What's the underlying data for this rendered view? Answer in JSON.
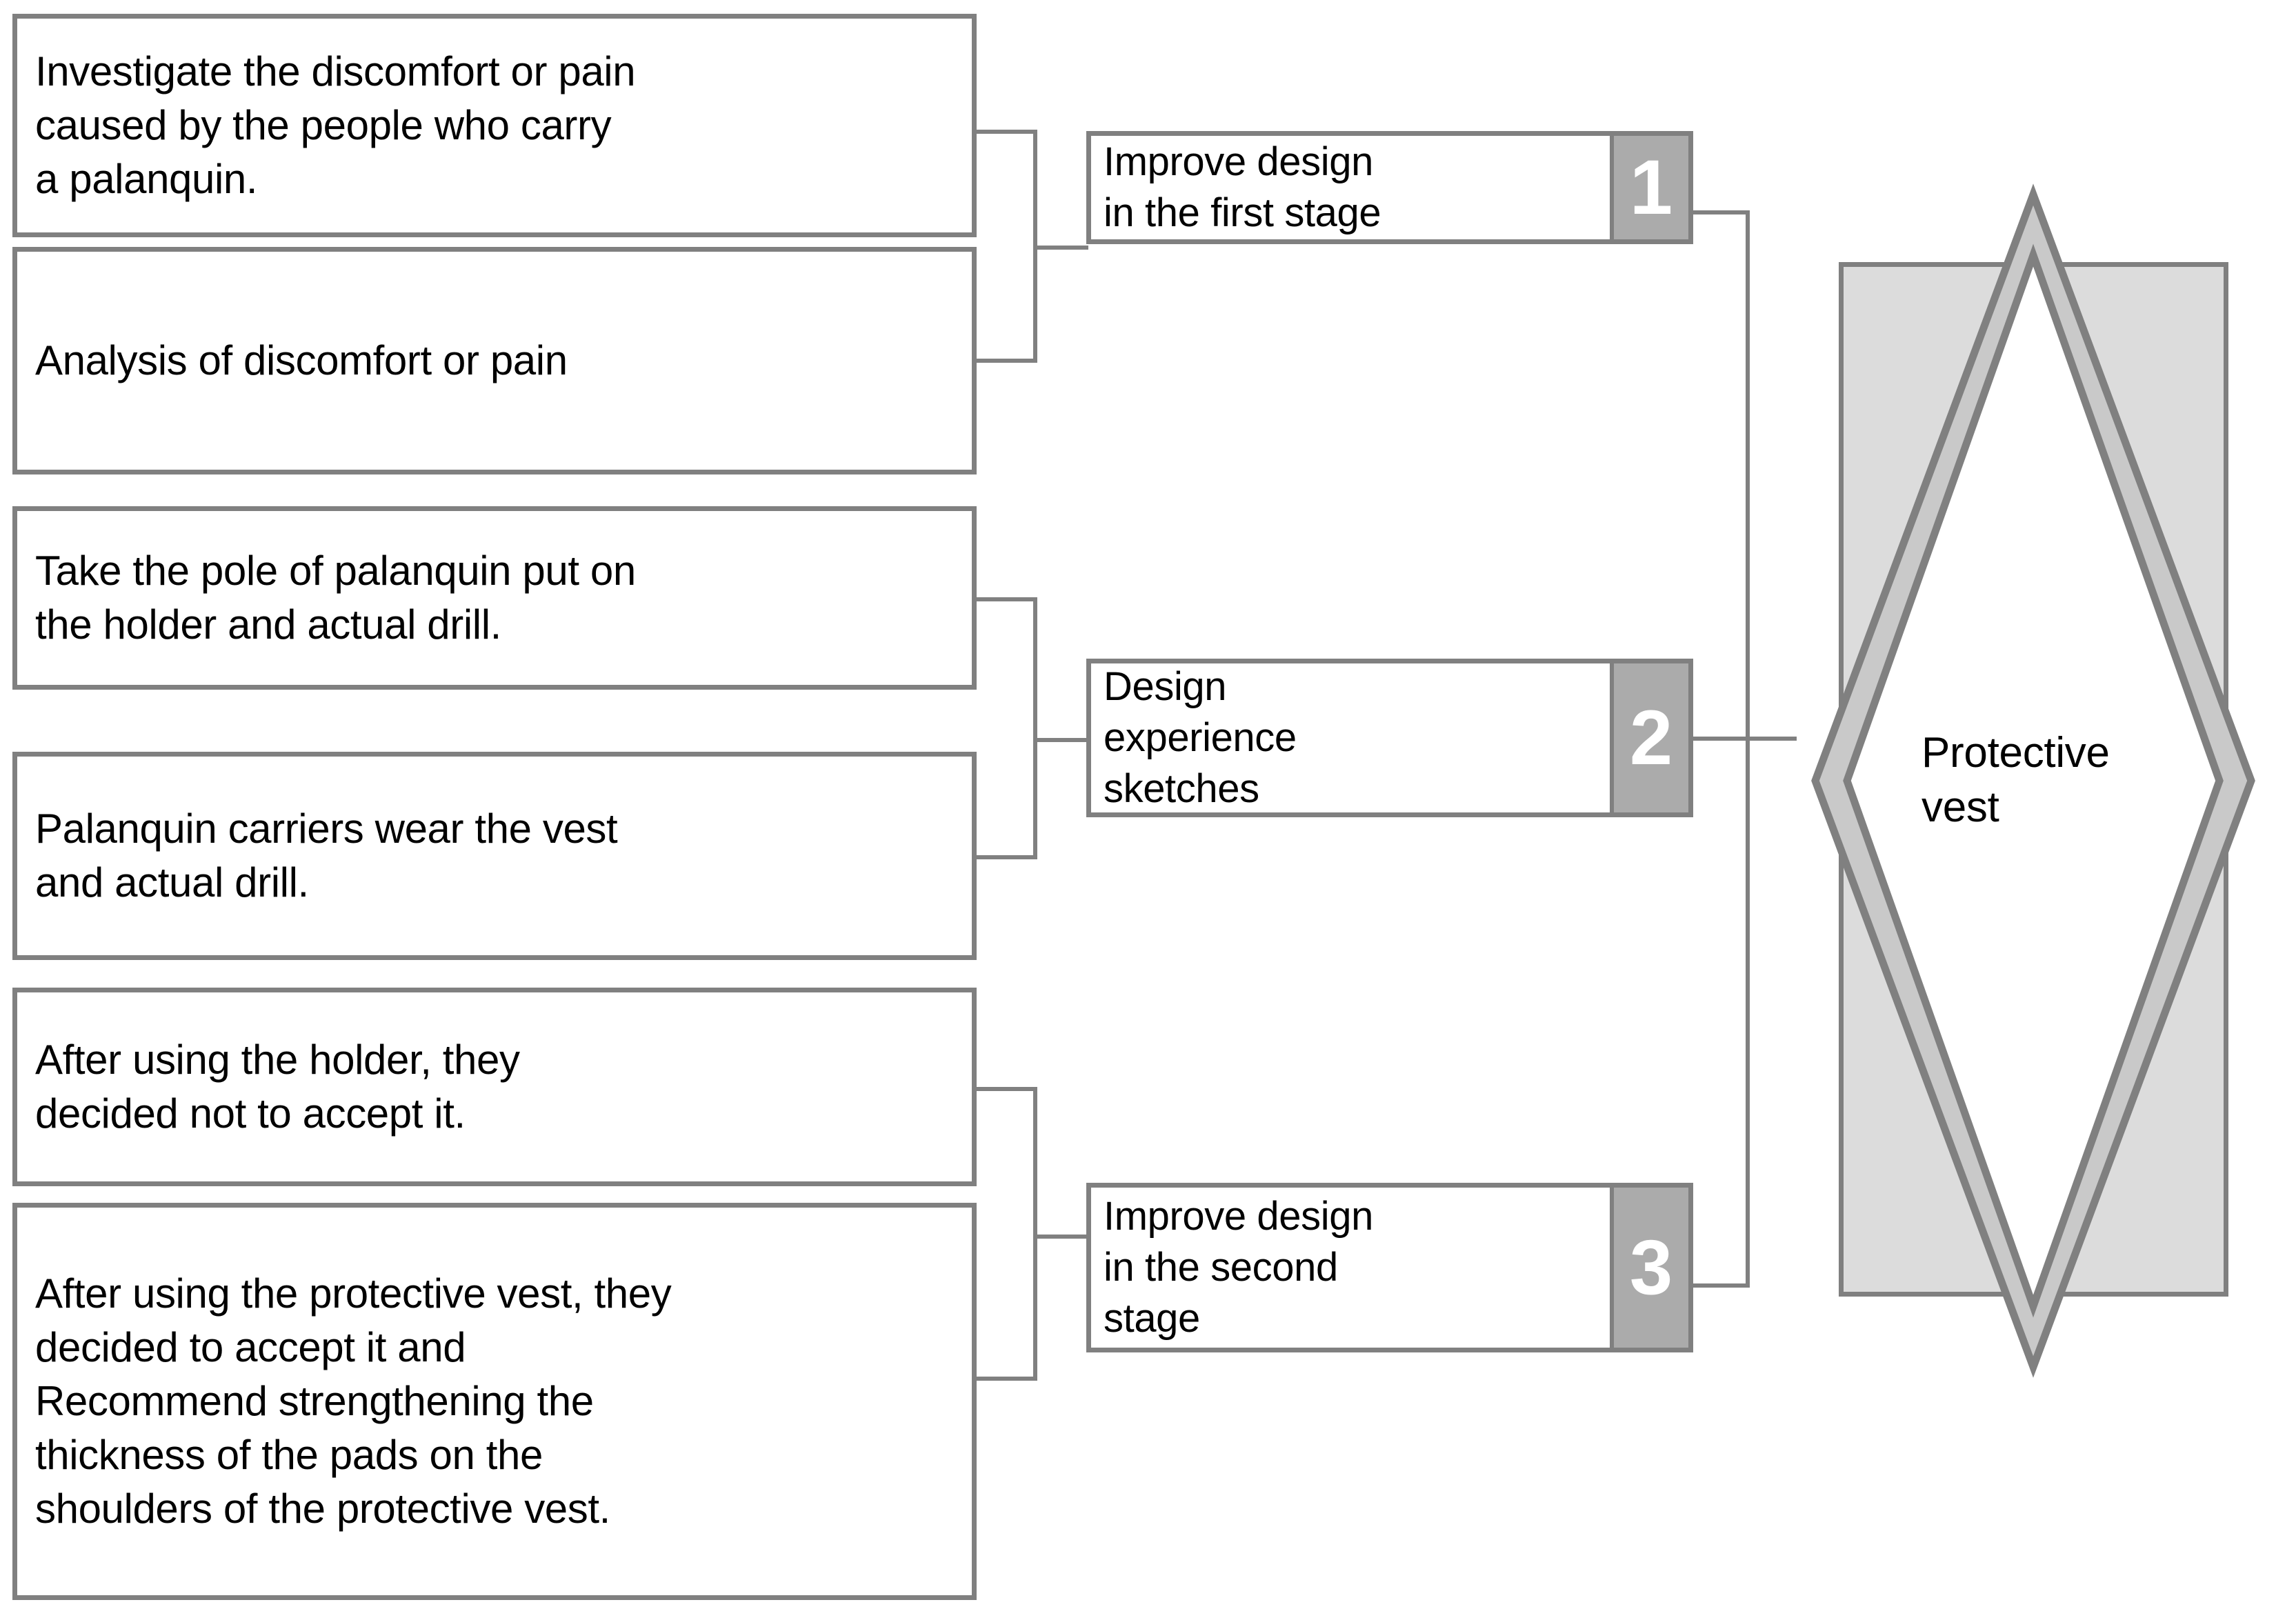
{
  "diagram": {
    "title": "Protective vest design process flow",
    "colors": {
      "border": "#808080",
      "number_tab": "#ababab",
      "result_fill": "#dcdcdc",
      "box_fill": "#ffffff",
      "text": "#000000",
      "number_text": "#ffffff"
    },
    "evidence_boxes": [
      {
        "id": "evidence-1",
        "text": "Investigate the discomfort or pain\ncaused by the people who carry\na palanquin."
      },
      {
        "id": "evidence-2",
        "text": "Analysis of discomfort or pain"
      },
      {
        "id": "evidence-3",
        "text": "Take the pole of palanquin put on\nthe holder and actual drill."
      },
      {
        "id": "evidence-4",
        "text": "Palanquin carriers wear the vest\nand actual drill."
      },
      {
        "id": "evidence-5",
        "text": "After using the holder, they\ndecided not to accept it."
      },
      {
        "id": "evidence-6",
        "text": "After using the protective vest, they\ndecided to accept it and\nRecommend strengthening the\nthickness of the pads on the\nshoulders of the protective vest."
      }
    ],
    "stage_boxes": [
      {
        "id": "stage-1",
        "label": "Improve design\nin the first stage",
        "number": "1"
      },
      {
        "id": "stage-2",
        "label": "Design\nexperience\nsketches",
        "number": "2"
      },
      {
        "id": "stage-3",
        "label": "Improve design\nin the second\nstage",
        "number": "3"
      }
    ],
    "result": {
      "id": "result-node",
      "label": "Protective\nvest"
    }
  }
}
